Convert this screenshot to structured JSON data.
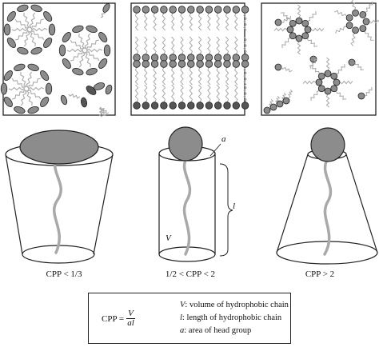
{
  "shapes": [
    {
      "label": "CPP < 1/3"
    },
    {
      "label": "1/2 < CPP < 2"
    },
    {
      "label": "CPP > 2"
    }
  ],
  "annotations": {
    "a": "a",
    "l": "l",
    "V": "V"
  },
  "legend": {
    "formula_lhs": "CPP =",
    "formula_num": "V",
    "formula_den": "al",
    "rows": [
      {
        "sym": "V",
        "text": ": volume of hydrophobic chain"
      },
      {
        "sym": "l",
        "text": ": length of hydrophobic chain"
      },
      {
        "sym": "a",
        "text": ": area of head group"
      }
    ]
  },
  "colors": {
    "head": "#8c8c8c",
    "head_dark": "#555555",
    "tail": "#a9a9a9",
    "stroke": "#222222"
  }
}
